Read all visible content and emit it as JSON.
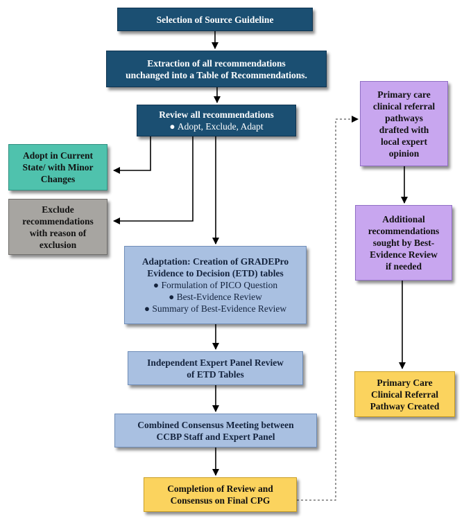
{
  "boxes": {
    "source": "Selection of Source Guideline",
    "extraction_l1": "Extraction of all recommendations",
    "extraction_l2": "unchanged into a Table of Recommendations.",
    "review_title": "Review all recommendations",
    "review_bullet": "Adopt, Exclude, Adapt",
    "adopt_l1": "Adopt in Current",
    "adopt_l2": "State/ with Minor",
    "adopt_l3": "Changes",
    "exclude_l1": "Exclude",
    "exclude_l2": "recommendations",
    "exclude_l3": "with reason of",
    "exclude_l4": "exclusion",
    "adapt_l1": "Adaptation: Creation of GRADEPro",
    "adapt_l2": "Evidence to Decision (ETD) tables",
    "adapt_b1": "Formulation of PICO Question",
    "adapt_b2": "Best-Evidence Review",
    "adapt_b3": "Summary of Best-Evidence Review",
    "panel_l1": "Independent Expert Panel Review",
    "panel_l2": "of ETD Tables",
    "meeting_l1": "Combined Consensus Meeting between",
    "meeting_l2": "CCBP Staff and Expert Panel",
    "completion_l1": "Completion of Review and",
    "completion_l2": "Consensus on Final CPG",
    "primary_l1": "Primary care",
    "primary_l2": "clinical referral",
    "primary_l3": "pathways",
    "primary_l4": "drafted with",
    "primary_l5": "local expert",
    "primary_l6": "opinion",
    "additional_l1": "Additional",
    "additional_l2": "recommendations",
    "additional_l3": "sought by Best-",
    "additional_l4": "Evidence Review",
    "additional_l5": "if needed",
    "created_l1": "Primary Care",
    "created_l2": "Clinical Referral",
    "created_l3": "Pathway Created"
  },
  "colors": {
    "navy": "#1b4f72",
    "teal": "#4fc2ad",
    "grey": "#a7a5a1",
    "blue": "#a9c0e1",
    "purple": "#c8a6ef",
    "yellow": "#fbd35e"
  }
}
